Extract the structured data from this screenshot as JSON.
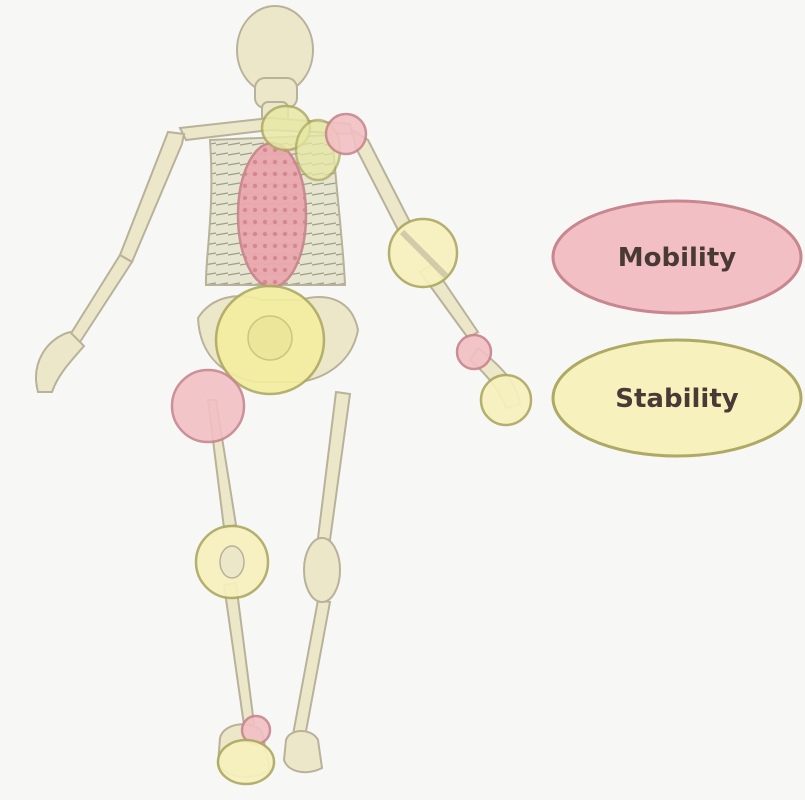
{
  "legend": {
    "mobility": {
      "label": "Mobility",
      "fill": "#f2c0c4",
      "stroke": "#c8868e"
    },
    "stability": {
      "label": "Stability",
      "fill": "#f7f1be",
      "stroke": "#aeaa63"
    }
  },
  "colors": {
    "background": "#f7f7f6",
    "bone": "#ece7c8",
    "bone_outline": "#b8b29a"
  },
  "regions": [
    {
      "name": "neck",
      "type": "stability"
    },
    {
      "name": "thoracic-spine",
      "type": "mobility"
    },
    {
      "name": "scapula",
      "type": "stability"
    },
    {
      "name": "shoulder",
      "type": "mobility"
    },
    {
      "name": "elbow",
      "type": "stability"
    },
    {
      "name": "wrist",
      "type": "mobility"
    },
    {
      "name": "hand",
      "type": "stability"
    },
    {
      "name": "lumbar-pelvis",
      "type": "stability"
    },
    {
      "name": "hip",
      "type": "mobility"
    },
    {
      "name": "knee",
      "type": "stability"
    },
    {
      "name": "ankle",
      "type": "mobility"
    },
    {
      "name": "foot",
      "type": "stability"
    }
  ]
}
